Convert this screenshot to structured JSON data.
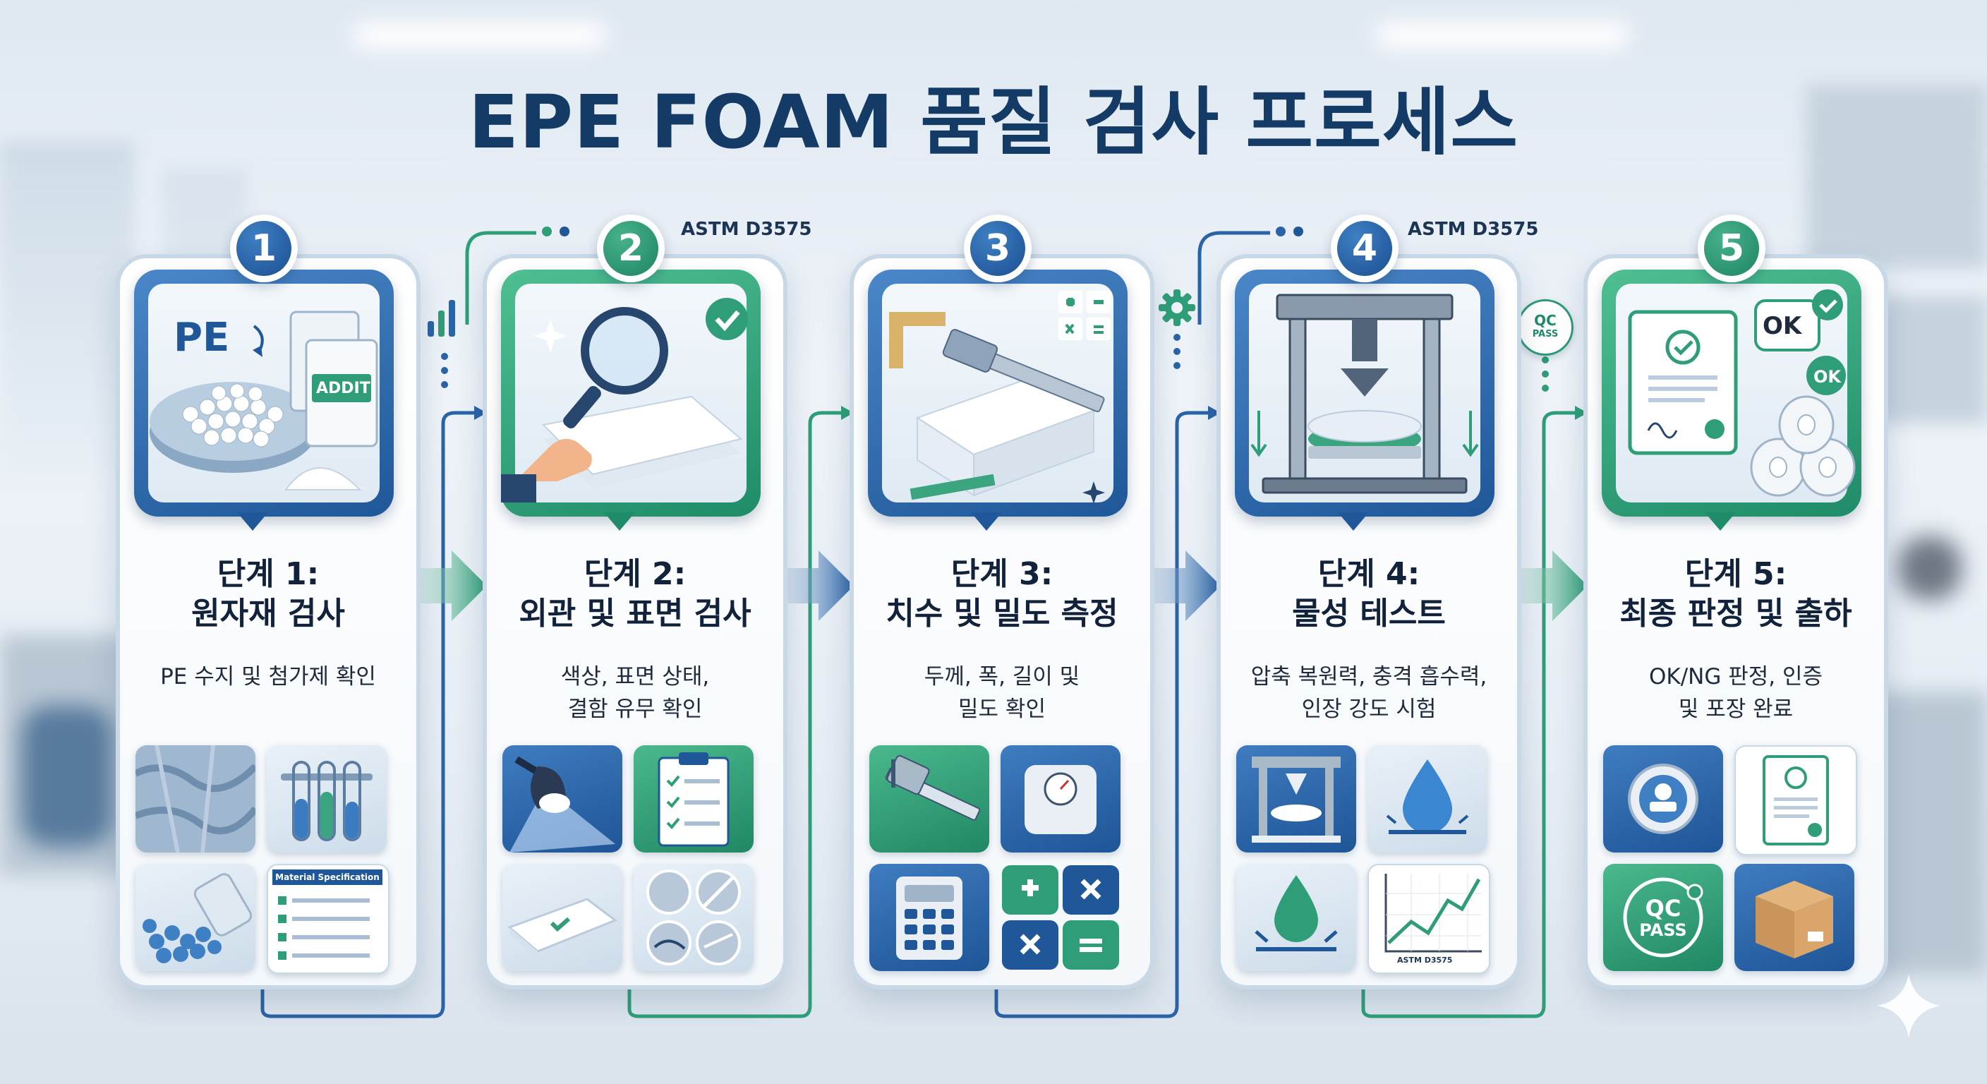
{
  "title": "EPE FOAM 품질 검사 프로세스",
  "standard": "ASTM D3575",
  "qc_badge": {
    "line1": "QC",
    "line2": "PASS"
  },
  "colors": {
    "navy": "#143a66",
    "blue": "#1f5798",
    "green": "#1f8b68",
    "card_border": "#c9d8e6"
  },
  "steps": [
    {
      "number": "1",
      "title_line1": "단계 1:",
      "title_line2": "원자재 검사",
      "desc_line1": "PE 수지 및 첨가제 확인",
      "desc_line2": "",
      "hero_labels": {
        "pe": "PE",
        "bag": "ADDIT"
      },
      "tile_text": {
        "spec": "Material Specification"
      },
      "icons": [
        "pe-pellets-icon",
        "foam-texture-icon",
        "test-tubes-icon",
        "pellets-jar-icon",
        "material-spec-icon"
      ]
    },
    {
      "number": "2",
      "title_line1": "단계 2:",
      "title_line2": "외관 및 표면 검사",
      "desc_line1": "색상, 표면 상태,",
      "desc_line2": "결함 유무 확인",
      "icons": [
        "magnifier-icon",
        "lamp-icon",
        "checklist-icon",
        "foam-sheet-icon",
        "defect-samples-icon"
      ]
    },
    {
      "number": "3",
      "title_line1": "단계 3:",
      "title_line2": "치수 및 밀도 측정",
      "desc_line1": "두께, 폭, 길이 및",
      "desc_line2": "밀도 확인",
      "icons": [
        "caliper-icon",
        "calculator-symbols-icon",
        "scale-icon",
        "calculator-icon",
        "math-symbols-icon"
      ]
    },
    {
      "number": "4",
      "title_line1": "단계 4:",
      "title_line2": "물성 테스트",
      "desc_line1": "압축 복원력, 충격 흡수력,",
      "desc_line2": "인장 강도 시험",
      "tile_text": {
        "graph_label": "ASTM D3575"
      },
      "icons": [
        "press-icon",
        "compression-icon",
        "water-drop-icon",
        "green-drop-icon",
        "graph-icon"
      ]
    },
    {
      "number": "5",
      "title_line1": "단계 5:",
      "title_line2": "최종 판정 및 출하",
      "desc_line1": "OK/NG 판정, 인증",
      "desc_line2": "및 포장 완료",
      "hero_labels": {
        "ok1": "OK",
        "ok2": "OK"
      },
      "tile_text": {
        "qc1": "QC",
        "qc2": "PASS"
      },
      "icons": [
        "certificate-icon",
        "foam-rolls-icon",
        "stamp-icon",
        "document-icon",
        "qc-pass-icon",
        "box-icon"
      ]
    }
  ]
}
